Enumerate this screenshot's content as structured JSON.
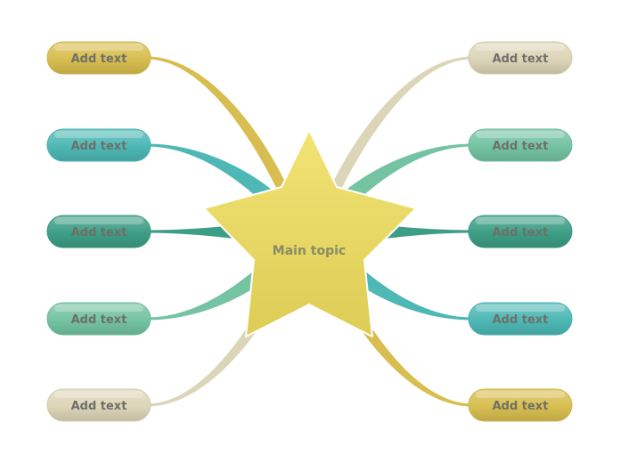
{
  "central_topic": {
    "label": "Main topic",
    "shape": "star",
    "color": "#f0de5c"
  },
  "left_nodes": [
    {
      "label": "Add text",
      "color": "#d8be50",
      "branch_color": "#d8be50"
    },
    {
      "label": "Add text",
      "color": "#4db8b5",
      "branch_color": "#4db8b5"
    },
    {
      "label": "Add text",
      "color": "#3d9e86",
      "branch_color": "#3d9e86"
    },
    {
      "label": "Add text",
      "color": "#74c3a3",
      "branch_color": "#74c3a3"
    },
    {
      "label": "Add text",
      "color": "#ddd5b8",
      "branch_color": "#ddd5b8"
    }
  ],
  "right_nodes": [
    {
      "label": "Add text",
      "color": "#ddd5b8",
      "branch_color": "#ddd5b8"
    },
    {
      "label": "Add text",
      "color": "#74c3a3",
      "branch_color": "#74c3a3"
    },
    {
      "label": "Add text",
      "color": "#3d9e86",
      "branch_color": "#3d9e86"
    },
    {
      "label": "Add text",
      "color": "#4db8b5",
      "branch_color": "#4db8b5"
    },
    {
      "label": "Add text",
      "color": "#d8be50",
      "branch_color": "#d8be50"
    }
  ]
}
